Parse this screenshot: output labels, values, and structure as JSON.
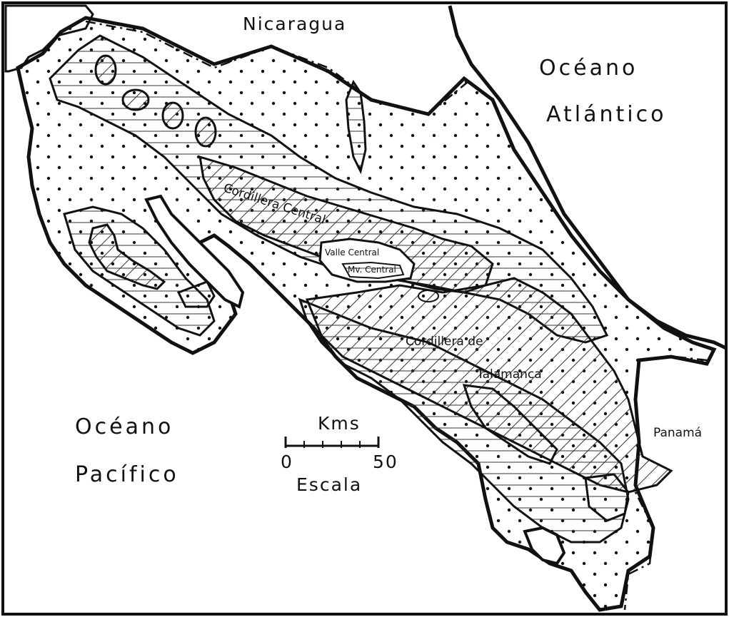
{
  "labels": {
    "nicaragua": "Nicaragua",
    "oceano_atlantico_1": "Océano",
    "oceano_atlantico_2": "Atlántico",
    "oceano_pacifico_1": "Océano",
    "oceano_pacifico_2": "Pacífico",
    "panama": "Panamá",
    "cordillera_central": "Cordillera Central",
    "valle_central_1": "Valle Central",
    "valle_central_2": "Mv. Central",
    "cordillera_talamanca_1": "Cordillera de",
    "cordillera_talamanca_2": "Talamanca"
  },
  "scale": {
    "unit": "Kms",
    "start": "0",
    "end": "50",
    "caption": "Escala"
  },
  "colors": {
    "ink": "#111111",
    "paper": "#ffffff"
  }
}
